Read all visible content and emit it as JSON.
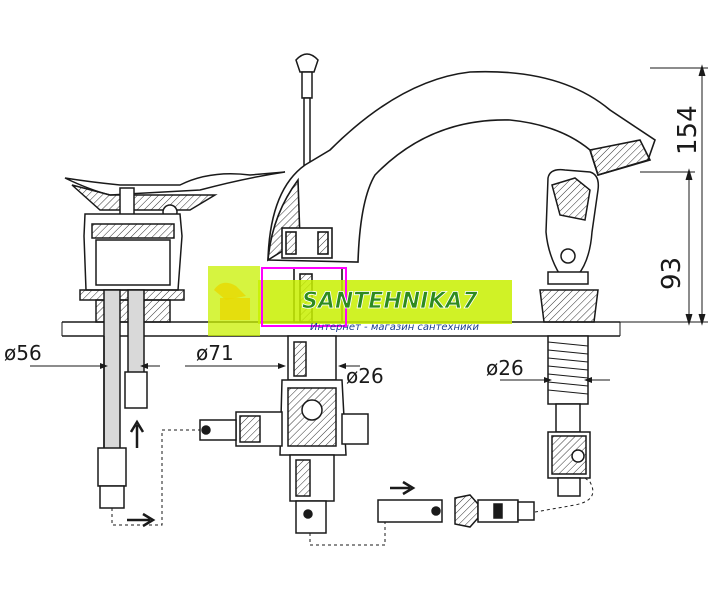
{
  "dimensions": {
    "d56": "ø56",
    "d71": "ø71",
    "d26_center": "ø26",
    "d26_right": "ø26",
    "h154": "154",
    "h93": "93"
  },
  "watermark": {
    "brand": "SANTEHNIKA7",
    "tagline": "Интернет - магазин сантехники",
    "colors": {
      "band": "#c8f000",
      "brand_text": "#2e8b1e",
      "brand_outline": "#ffffff",
      "tagline_text": "#1a3d8f",
      "accent": "#ff00ff"
    }
  },
  "colors": {
    "line": "#1a1a1a",
    "hatch": "#333333",
    "pipe_fill": "#d9d9d9",
    "background": "#ffffff"
  },
  "icons": [
    "flow-arrow-up-icon",
    "flow-arrow-right-icon"
  ]
}
